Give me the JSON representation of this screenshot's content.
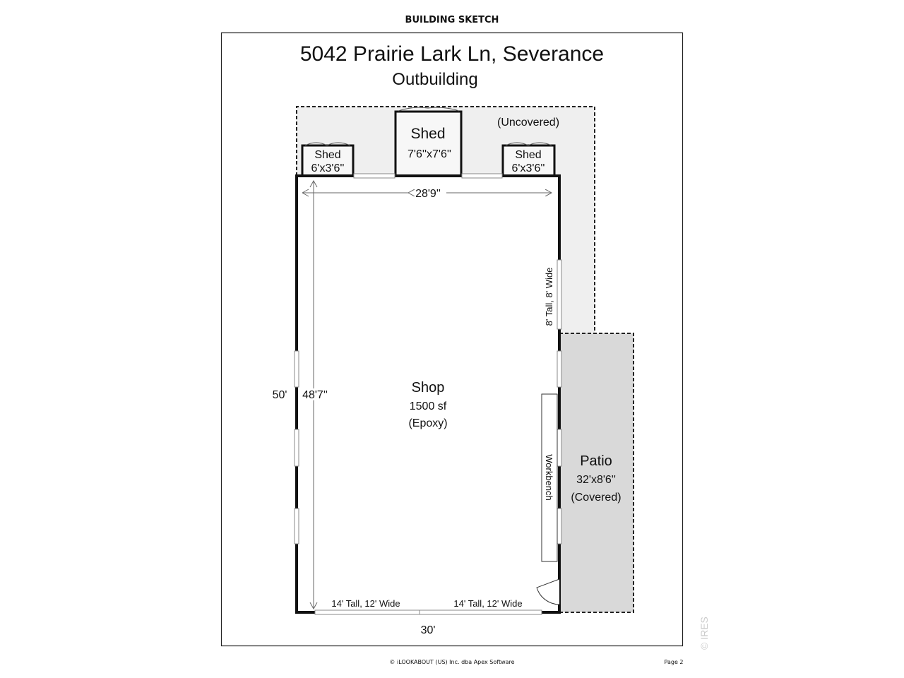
{
  "header": "BUILDING SKETCH",
  "title": "5042 Prairie Lark Ln, Severance",
  "subtitle": "Outbuilding",
  "rooms": {
    "uncovered": "(Uncovered)",
    "shed_left": {
      "name": "Shed",
      "size": "6'x3'6''"
    },
    "shed_center": {
      "name": "Shed",
      "size": "7'6''x7'6''"
    },
    "shed_right": {
      "name": "Shed",
      "size": "6'x3'6''"
    },
    "shop": {
      "name": "Shop",
      "area": "1500 sf",
      "note": "(Epoxy)"
    },
    "patio": {
      "name": "Patio",
      "size": "32'x8'6''",
      "note": "(Covered)"
    },
    "workbench": "Workbench"
  },
  "dimensions": {
    "interior_width": "28'9''",
    "interior_length": "48'7''",
    "exterior_length": "50'",
    "exterior_width": "30'",
    "side_door": "8' Tall, 8' Wide",
    "garage_door_1": "14' Tall, 12' Wide",
    "garage_door_2": "14' Tall, 12' Wide"
  },
  "footer": {
    "copyright": "© iLOOKABOUT (US) Inc. dba Apex Software",
    "page": "Page 2",
    "watermark": "© IRES"
  }
}
